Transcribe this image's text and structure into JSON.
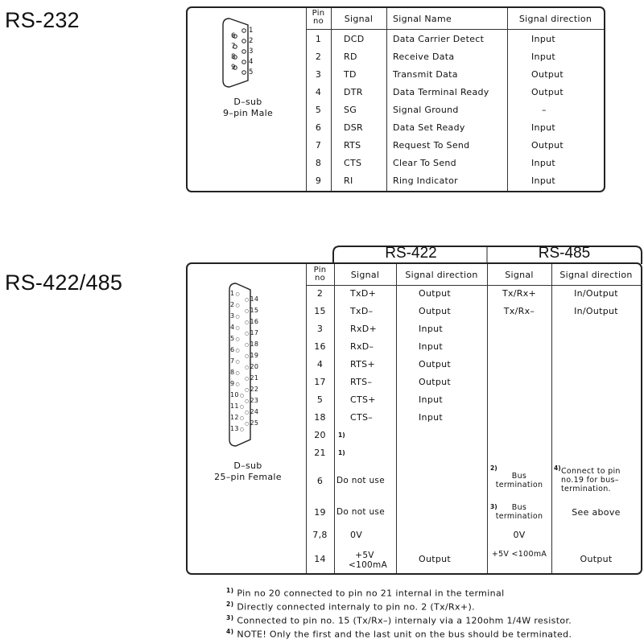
{
  "rs232": {
    "title": "RS-232",
    "connector_line1": "D–sub",
    "connector_line2": "9–pin Male",
    "pin_labels_left": [
      "6",
      "7",
      "8",
      "9"
    ],
    "pin_labels_right": [
      "1",
      "2",
      "3",
      "4",
      "5"
    ],
    "headers": {
      "pin_line1": "Pin",
      "pin_line2": "no",
      "signal": "Signal",
      "signal_name": "Signal Name",
      "direction": "Signal direction"
    },
    "rows": [
      {
        "pin": "1",
        "signal": "DCD",
        "name": "Data Carrier Detect",
        "direction": "Input"
      },
      {
        "pin": "2",
        "signal": "RD",
        "name": "Receive Data",
        "direction": "Input"
      },
      {
        "pin": "3",
        "signal": "TD",
        "name": "Transmit Data",
        "direction": "Output"
      },
      {
        "pin": "4",
        "signal": "DTR",
        "name": "Data Terminal Ready",
        "direction": "Output"
      },
      {
        "pin": "5",
        "signal": "SG",
        "name": "Signal Ground",
        "direction": "–"
      },
      {
        "pin": "6",
        "signal": "DSR",
        "name": "Data Set Ready",
        "direction": "Input"
      },
      {
        "pin": "7",
        "signal": "RTS",
        "name": "Request To Send",
        "direction": "Output"
      },
      {
        "pin": "8",
        "signal": "CTS",
        "name": "Clear To Send",
        "direction": "Input"
      },
      {
        "pin": "9",
        "signal": "RI",
        "name": "Ring Indicator",
        "direction": "Input"
      }
    ]
  },
  "rs422485": {
    "title": "RS-422/485",
    "group_rs422": "RS-422",
    "group_rs485": "RS-485",
    "connector_line1": "D–sub",
    "connector_line2": "25–pin Female",
    "pin_labels_left": [
      "1",
      "2",
      "3",
      "4",
      "5",
      "6",
      "7",
      "8",
      "9",
      "10",
      "11",
      "12",
      "13"
    ],
    "pin_labels_right": [
      "14",
      "15",
      "16",
      "17",
      "18",
      "19",
      "20",
      "21",
      "22",
      "23",
      "24",
      "25"
    ],
    "headers": {
      "pin_line1": "Pin",
      "pin_line2": "no",
      "signal_422": "Signal",
      "direction_422": "Signal direction",
      "signal_485": "Signal",
      "direction_485": "Signal direction"
    },
    "rows": [
      {
        "pin": "2",
        "s422": "TxD+",
        "d422": "Output",
        "s485": "Tx/Rx+",
        "d485": "In/Output"
      },
      {
        "pin": "15",
        "s422": "TxD–",
        "d422": "Output",
        "s485": "Tx/Rx–",
        "d485": "In/Output"
      },
      {
        "pin": "3",
        "s422": "RxD+",
        "d422": "Input",
        "s485": "",
        "d485": ""
      },
      {
        "pin": "16",
        "s422": "RxD–",
        "d422": "Input",
        "s485": "",
        "d485": ""
      },
      {
        "pin": "4",
        "s422": "RTS+",
        "d422": "Output",
        "s485": "",
        "d485": ""
      },
      {
        "pin": "17",
        "s422": "RTS–",
        "d422": "Output",
        "s485": "",
        "d485": ""
      },
      {
        "pin": "5",
        "s422": "CTS+",
        "d422": "Input",
        "s485": "",
        "d485": ""
      },
      {
        "pin": "18",
        "s422": "CTS–",
        "d422": "Input",
        "s485": "",
        "d485": ""
      },
      {
        "pin": "20",
        "s422": "",
        "d422": "",
        "s485": "",
        "d485": ""
      },
      {
        "pin": "21",
        "s422": "",
        "d422": "",
        "s485": "",
        "d485": ""
      },
      {
        "pin": "6",
        "s422": "Do not use",
        "d422": "",
        "s485": "Bus termination",
        "d485": "Connect to pin no.19 for bus– termination."
      },
      {
        "pin": "19",
        "s422": "Do not use",
        "d422": "",
        "s485": "Bus termination",
        "d485": "See above"
      },
      {
        "pin": "7,8",
        "s422": "0V",
        "d422": "",
        "s485": "0V",
        "d485": ""
      },
      {
        "pin": "14",
        "s422": "+5V <100mA",
        "d422": "Output",
        "s485": "+5V <100mA",
        "d485": "Output"
      }
    ],
    "footnote_marks": {
      "pin20": "1)",
      "pin21": "1)",
      "pin6_485": "2)",
      "pin6_485dir": "4)",
      "pin19_485": "3)"
    },
    "footnotes": [
      {
        "mark": "1)",
        "text": "Pin no 20 connected to pin no 21 internal in the terminal"
      },
      {
        "mark": "2)",
        "text": "Directly connected internaly to pin no. 2 (Tx/Rx+)."
      },
      {
        "mark": "3)",
        "text": "Connected to pin no. 15 (Tx/Rx–) internaly via a 120ohm 1/4W resistor."
      },
      {
        "mark": "4)",
        "text": "NOTE! Only the first and the last unit on the bus should be terminated."
      }
    ]
  }
}
